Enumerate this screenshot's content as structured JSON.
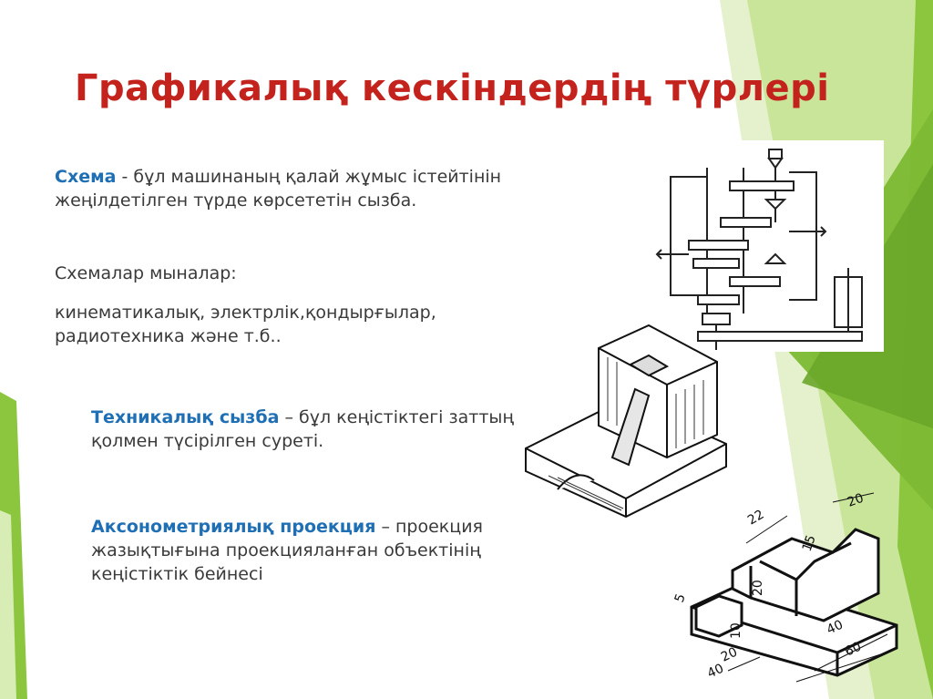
{
  "slide": {
    "title": "Графикалық кескіндердің түрлері",
    "schema_term": "Схема",
    "schema_def": " - бұл машинаның қалай жұмыс істейтінін жеңілдетілген түрде көрсететін сызба.",
    "schema_types_heading": "Схемалар мыналар:",
    "schema_types_list": "кинематикалық, электрлік,қондырғылар, радиотехника және т.б..",
    "drawing_term": "Техникалық сызба",
    "drawing_def": " – бұл кеңістіктегі заттың қолмен түсірілген суреті.",
    "axon_term": "Аксонометриялық проекция",
    "axon_def": " – проекция жазықтығына проекцияланған объектінің кеңістіктік бейнесі"
  },
  "figures": {
    "axon_dimensions": [
      "20",
      "22",
      "15",
      "20",
      "5",
      "10",
      "20",
      "40",
      "40",
      "60"
    ]
  },
  "colors": {
    "title": "#c4221d",
    "term": "#1f6fb5",
    "body_text": "#3a3a3a",
    "accent_green": "#8cc63f",
    "accent_light_green": "#d8ecb6"
  }
}
